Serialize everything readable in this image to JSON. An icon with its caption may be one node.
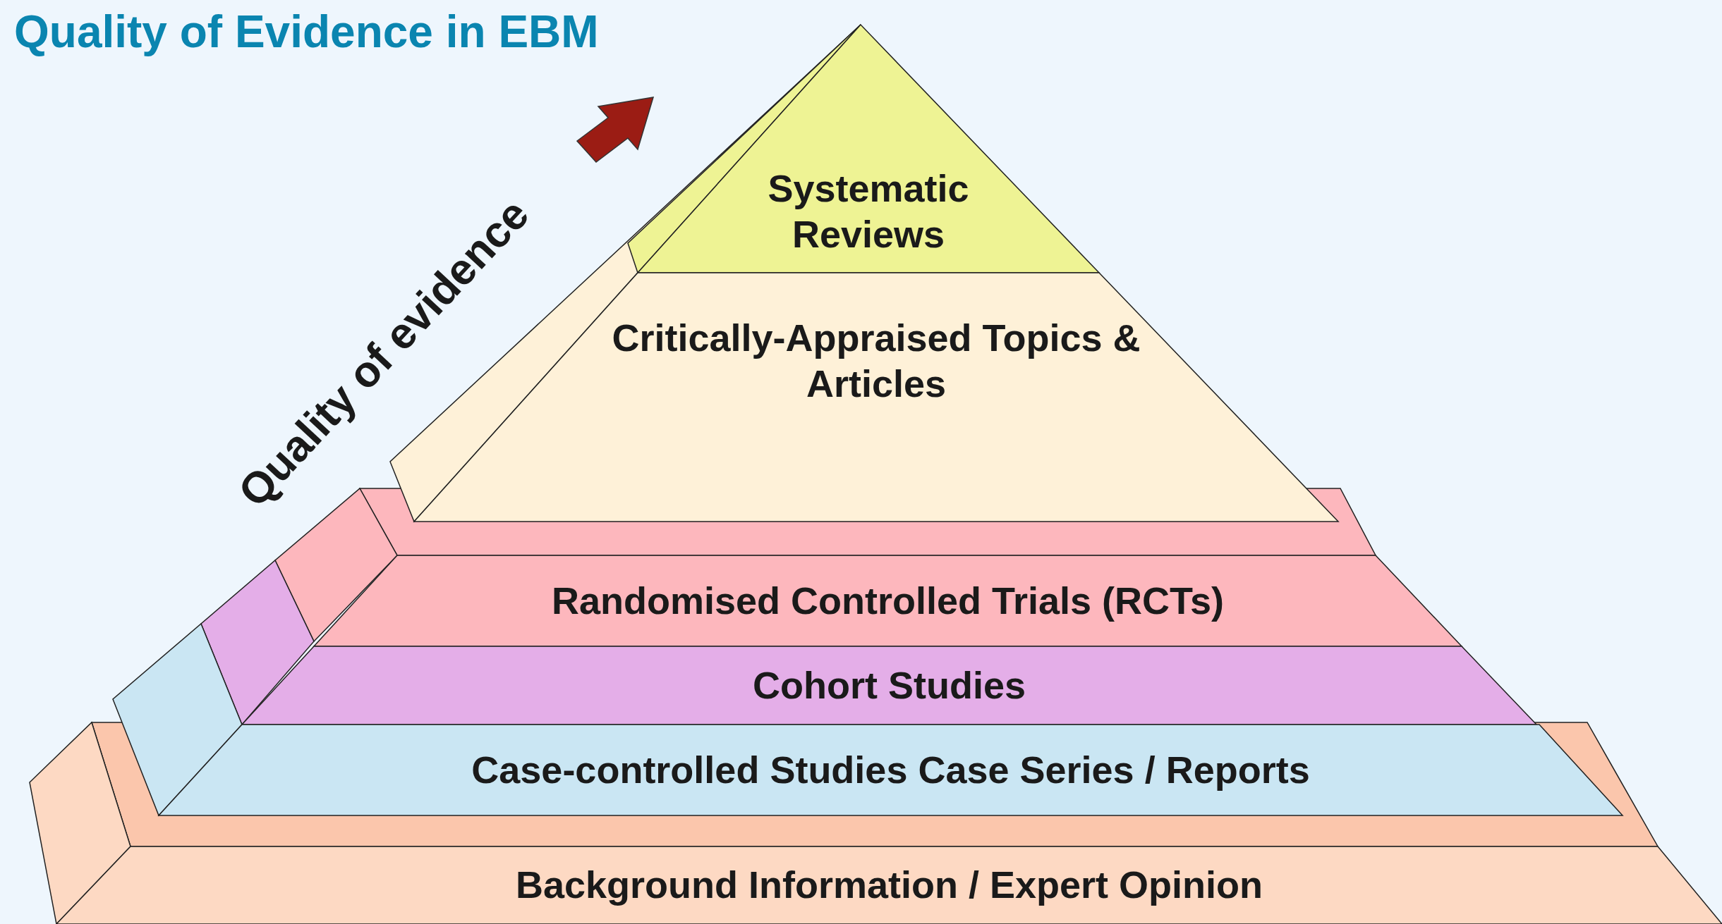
{
  "diagram": {
    "title": "Quality of Evidence in EBM",
    "nodes": [
      {
        "text": [
          "Systematic Reviews"
        ]
      },
      {
        "text": [
          "Critically-Appraised Topics & Articles"
        ]
      },
      {
        "text": [
          "Randomised Controlled Trials (RCTs)"
        ]
      },
      {
        "text": [
          "Cohort Studies"
        ]
      },
      {
        "text": [
          "Case-controlled Studies Case Series / Reports"
        ]
      },
      {
        "text": [
          "Background Information / Expert Opinion"
        ]
      }
    ],
    "labels": [
      "Quality of evidence"
    ]
  }
}
